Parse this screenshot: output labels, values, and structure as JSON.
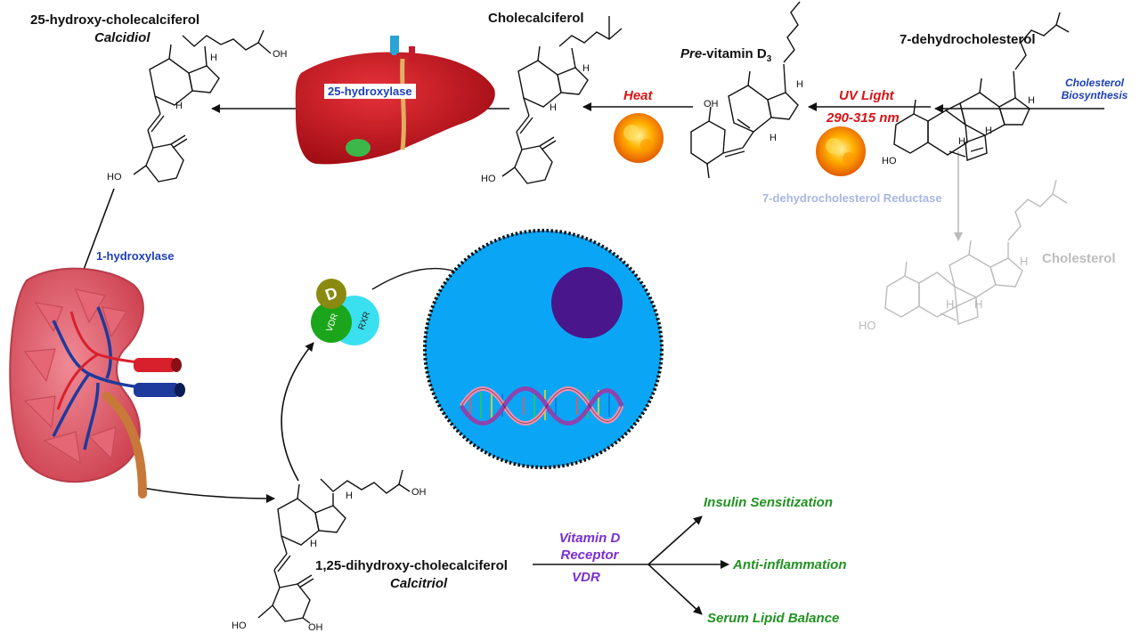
{
  "labels": {
    "calcidiol_name": "25-hydroxy-cholecalciferol",
    "calcidiol_common": "Calcidiol",
    "cholecalciferol": "Cholecalciferol",
    "previtamin_prefix": "Pre",
    "previtamin_rest": "-vitamin D",
    "previtamin_sub": "3",
    "dehydro": "7-dehydrocholesterol",
    "heat": "Heat",
    "uv_light": "UV Light",
    "uv_range": "290-315 nm",
    "cholesterol_biosynthesis_1": "Cholesterol",
    "cholesterol_biosynthesis_2": "Biosynthesis",
    "reductase": "7-dehydrocholesterol Reductase",
    "cholesterol": "Cholesterol",
    "hydroxylase25": "25-hydroxylase",
    "hydroxylase1": "1-hydroxylase",
    "calcitriol_name": "1,25-dihydroxy-cholecalciferol",
    "calcitriol_common": "Calcitriol",
    "vdr_1": "Vitamin D",
    "vdr_2": "Receptor",
    "vdr_3": "VDR",
    "effect_insulin": "Insulin Sensitization",
    "effect_inflammation": "Anti-inflammation",
    "effect_lipid": "Serum Lipid Balance",
    "ball_d": "D",
    "ball_vdr": "VDR",
    "ball_rxr": "RXR"
  },
  "atoms": {
    "oh": "OH",
    "ho": "HO",
    "h": "H"
  },
  "colors": {
    "heat_red": "#d81414",
    "enzyme_blue": "#1c3fb8",
    "effect_green": "#219321",
    "receptor_purple": "#7a2ed0",
    "cell_blue": "#0aa6f5",
    "nucleus": "#4a168c",
    "liver": "#c8141c",
    "kidney": "#d9505e",
    "ghost_grey": "#bdbdbd"
  }
}
